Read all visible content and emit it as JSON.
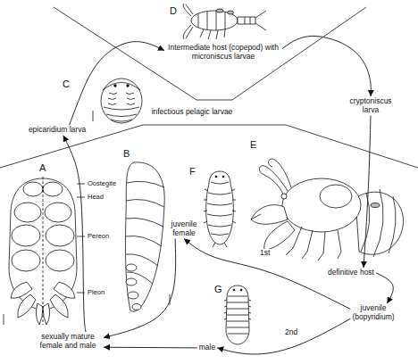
{
  "diagram": {
    "nodes": [
      {
        "text": [
          "Intermediate host (copepod) with microniscus larvae"
        ]
      },
      {
        "text": [
          "cryptoniscus larva"
        ]
      },
      {
        "text": [
          "epicaridium larva"
        ]
      },
      {
        "text": [
          "definitive host"
        ]
      },
      {
        "text": [
          "juvenile female"
        ]
      },
      {
        "text": [
          "juvenile (bopyridium)"
        ]
      },
      {
        "text": [
          "male"
        ]
      },
      {
        "text": [
          "sexually mature female and male"
        ]
      }
    ],
    "edges": [
      {
        "from": 2,
        "to": 0,
        "arrow": "to"
      },
      {
        "from": 0,
        "to": 1,
        "arrow": "to"
      },
      {
        "from": 1,
        "to": 3,
        "arrow": "to"
      },
      {
        "from": 3,
        "to": 5,
        "arrow": "to"
      },
      {
        "from": 5,
        "to": 4,
        "label": "1st",
        "arrow": "to"
      },
      {
        "from": 5,
        "to": 6,
        "label": "2nd",
        "arrow": "to"
      },
      {
        "from": 4,
        "to": 7,
        "arrow": "to"
      },
      {
        "from": 6,
        "to": 7,
        "arrow": "to"
      },
      {
        "from": 7,
        "to": 2,
        "arrow": "to"
      }
    ],
    "labels": [
      "D",
      "C",
      "infectious pelagic larvae",
      "A",
      "Oostegite",
      "Head",
      "Pereon",
      "Pleon",
      "B",
      "E",
      "F",
      "G"
    ]
  }
}
